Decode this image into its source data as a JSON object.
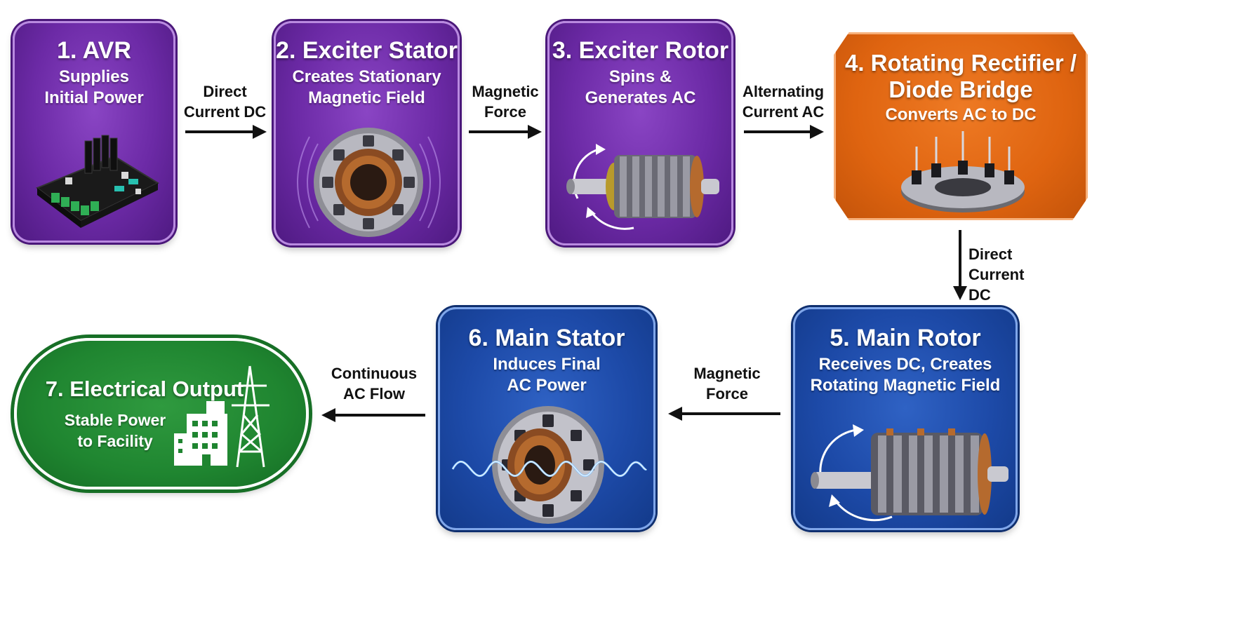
{
  "stages": [
    {
      "title": "1. AVR",
      "desc": [
        "Supplies",
        "Initial Power"
      ],
      "color": "#6c2aa6",
      "icon": "avr-circuit-board-icon"
    },
    {
      "title": "2. Exciter Stator",
      "desc": [
        "Creates Stationary",
        "Magnetic Field"
      ],
      "color": "#6c2aa6",
      "icon": "exciter-stator-icon"
    },
    {
      "title": "3. Exciter Rotor",
      "desc": [
        "Spins &",
        "Generates AC"
      ],
      "color": "#6c2aa6",
      "icon": "exciter-rotor-icon"
    },
    {
      "title": [
        "4. Rotating Rectifier /",
        "Diode Bridge"
      ],
      "desc": [
        "Converts AC to DC"
      ],
      "color": "#df6410",
      "icon": "rotating-rectifier-icon"
    },
    {
      "title": "5. Main Rotor",
      "desc": [
        "Receives DC, Creates",
        "Rotating Magnetic Field"
      ],
      "color": "#1d4aa8",
      "icon": "main-rotor-icon"
    },
    {
      "title": "6. Main Stator",
      "desc": [
        "Induces Final",
        "AC Power"
      ],
      "color": "#1d4aa8",
      "icon": "main-stator-icon"
    },
    {
      "title": "7. Electrical Output",
      "desc": [
        "Stable Power",
        "to Facility"
      ],
      "color": "#1f8530",
      "icon": "building-power-tower-icon"
    }
  ],
  "connectors": [
    {
      "label": [
        "Direct",
        "Current DC"
      ]
    },
    {
      "label": [
        "Magnetic",
        "Force"
      ]
    },
    {
      "label": [
        "Alternating",
        "Current AC"
      ]
    },
    {
      "label": [
        "Direct",
        "Current DC"
      ]
    },
    {
      "label": [
        "Magnetic",
        "Force"
      ]
    },
    {
      "label": [
        "Continuous",
        "AC Flow"
      ]
    }
  ]
}
